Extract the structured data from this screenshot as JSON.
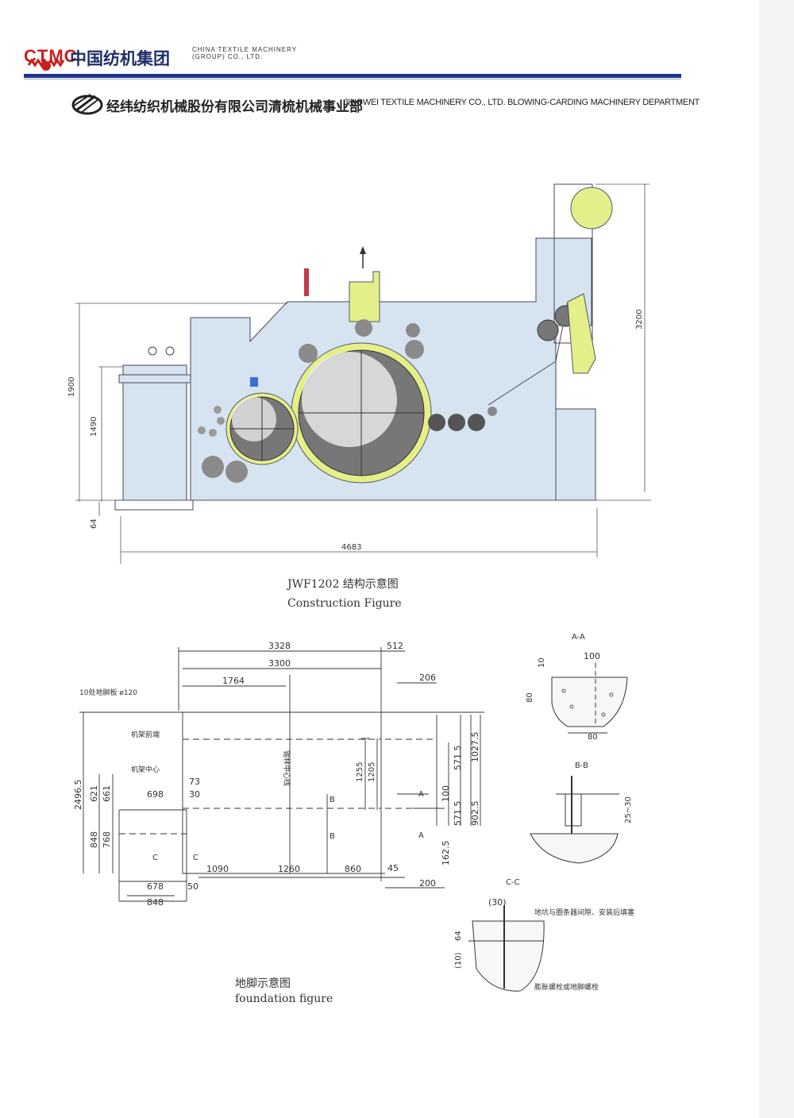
{
  "header": {
    "ctmc_logo_text": "CTMC",
    "group_name_cn": "中国纺机集团",
    "group_name_en": "CHINA TEXTILE MACHINERY (GROUP) CO., LTD.",
    "department_cn": "经纬纺织机械股份有限公司清梳机械事业部",
    "department_en": "JINGWEI TEXTILE MACHINERY CO., LTD. BLOWING-CARDING MACHINERY DEPARTMENT",
    "accent_color": "#20338c",
    "logo_color": "#c9201f"
  },
  "construction": {
    "caption_cn": "JWF1202 结构示意图",
    "caption_en": "Construction Figure",
    "dims": {
      "height_total": "1900",
      "height_hopper": "1490",
      "height_base": "64",
      "height_right": "3200",
      "length": "4683"
    },
    "colors": {
      "frame": "#d6e3f0",
      "hood": "#e4ef8a",
      "drum": "#555555"
    }
  },
  "foundation": {
    "caption_cn": "地脚示意图",
    "caption_en": "foundation figure",
    "labels": {
      "pads": "10处地脚板 ø120",
      "frame_front": "机架前端",
      "frame_center": "机架中心",
      "cylinder_center": "锡林中心线"
    },
    "dims": {
      "d3328": "3328",
      "d512": "512",
      "d3300": "3300",
      "d1764": "1764",
      "d206": "206",
      "d2496": "2496.5",
      "d621": "621",
      "d661": "661",
      "d698": "698",
      "d73": "73",
      "d30": "30",
      "d848v": "848",
      "d768": "768",
      "d1255": "1255",
      "d1205": "1205",
      "d1027": "1027.5",
      "d571a": "571.5",
      "d571b": "571.5",
      "d902": "902.5",
      "d100": "100",
      "d162": "162.5",
      "d1090": "1090",
      "d1260": "1260",
      "d860": "860",
      "d45": "45",
      "d200": "200",
      "d678": "678",
      "d50": "50",
      "d848h": "848",
      "secA": "A",
      "secB": "B",
      "secC": "C"
    }
  },
  "sections": {
    "aa": {
      "title": "A-A",
      "d100": "100",
      "d10": "10",
      "d80v": "80",
      "d80h": "80"
    },
    "bb": {
      "title": "B-B",
      "d25": "25~30"
    },
    "cc": {
      "title": "C-C",
      "d30": "(30)",
      "d64": "64",
      "d10": "(10)",
      "note_top": "地坑与圈条器间隙、安装后填塞",
      "note_bottom": "膨胀螺栓或地脚螺栓"
    }
  }
}
